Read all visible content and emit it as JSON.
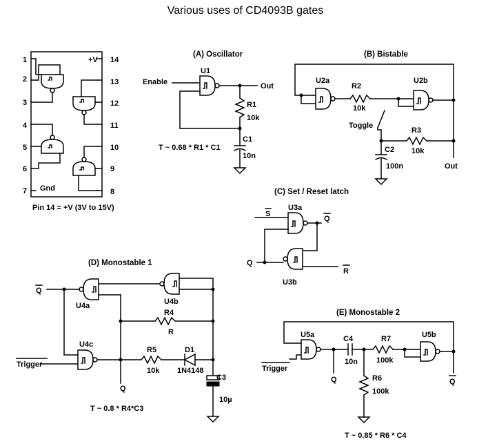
{
  "title": "Various uses of CD4093B gates",
  "pinout": {
    "pins_left": [
      "1",
      "2",
      "3",
      "4",
      "5",
      "6",
      "7"
    ],
    "pins_right": [
      "14",
      "13",
      "12",
      "11",
      "10",
      "9",
      "8"
    ],
    "vplus": "+V",
    "gnd": "Gnd",
    "note": "Pin 14 = +V  (3V to 15V)"
  },
  "oscillator": {
    "title": "(A)  Oscillator",
    "gate": "U1",
    "enable": "Enable",
    "out": "Out",
    "r_name": "R1",
    "r_val": "10k",
    "c_name": "C1",
    "c_val": "10n",
    "formula": "T ~ 0.68 * R1 * C1"
  },
  "bistable": {
    "title": "(B)  Bistable",
    "gate_a": "U2a",
    "gate_b": "U2b",
    "r2_name": "R2",
    "r2_val": "10k",
    "toggle": "Toggle",
    "r3_name": "R3",
    "r3_val": "10k",
    "c_name": "C2",
    "c_val": "100n",
    "out": "Out"
  },
  "latch": {
    "title": "(C)  Set / Reset latch",
    "gate_a": "U3a",
    "gate_b": "U3b",
    "s_bar": "S",
    "q_bar": "Q",
    "q": "Q",
    "r_bar": "R"
  },
  "mono1": {
    "title": "(D)  Monostable 1",
    "q_bar": "Q",
    "gate_a": "U4a",
    "gate_b": "U4b",
    "gate_c": "U4c",
    "r4_name": "R4",
    "r4_sub": "R",
    "trigger": "Trigger",
    "r5_name": "R5",
    "r5_val": "10k",
    "d_name": "D1",
    "d_val": "1N4148",
    "c_name": "C3",
    "c_val": "10µ",
    "q": "Q",
    "formula": "T ~ 0.8 * R4*C3"
  },
  "mono2": {
    "title": "(E)  Monostable 2",
    "gate_a": "U5a",
    "gate_b": "U5b",
    "c_name": "C4",
    "c_val": "10n",
    "r7_name": "R7",
    "r7_val": "100k",
    "trigger": "Trigger",
    "q": "Q",
    "r6_name": "R6",
    "r6_val": "100k",
    "q_bar": "Q",
    "formula": "T ~ 0.85 * R6 * C4"
  }
}
